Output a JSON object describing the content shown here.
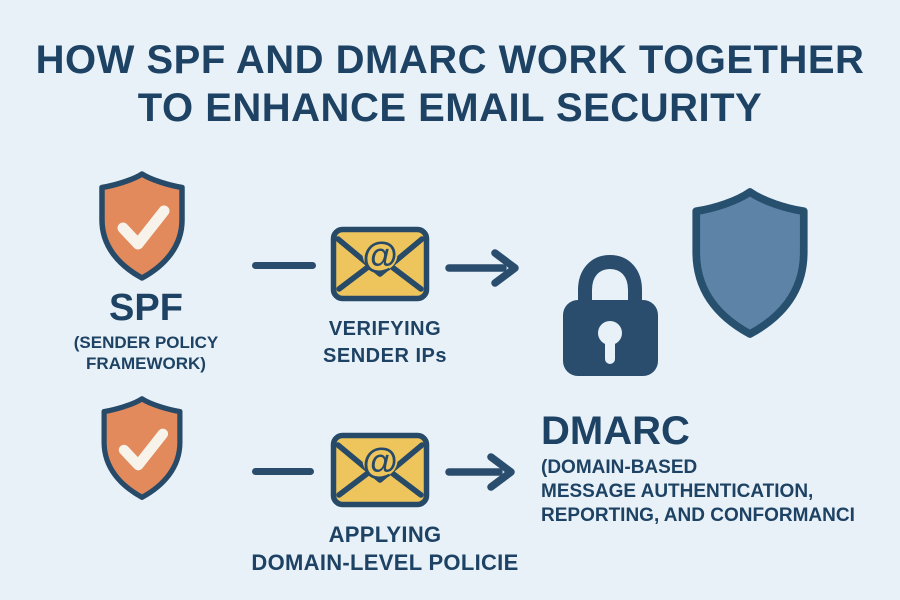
{
  "title": {
    "line1": "HOW SPF AND DMARC WORK TOGETHER",
    "line2": "TO ENHANCE EMAIL SECURITY"
  },
  "spf": {
    "name": "SPF",
    "subtitle_line1": "(SENDER POLICY",
    "subtitle_line2": "FRAMEWORK)"
  },
  "row1": {
    "step_line1": "VERIFYING",
    "step_line2": "SENDER IPs"
  },
  "row2": {
    "step_line1": "APPLYING",
    "step_line2": "DOMAIN-LEVEL POLICIE"
  },
  "dmarc": {
    "name": "DMARC",
    "subtitle_line1": "(DOMAIN-BASED",
    "subtitle_line2": "MESSAGE AUTHENTICATION,",
    "subtitle_line3": "REPORTING, AND CONFORMANCI"
  },
  "icons": {
    "spf_shield": "shield-check",
    "email": "envelope-at",
    "at_glyph": "@",
    "arrow": "arrow-right",
    "lock": "padlock",
    "result_shield": "shield"
  },
  "colors": {
    "background": "#e8f1f8",
    "navy": "#2a4d6e",
    "title_text": "#1d4263",
    "shield_orange": "#e28a5b",
    "envelope_yellow": "#eec45d",
    "result_shield_blue": "#5d83a7",
    "checkmark": "#f7f3ea"
  }
}
